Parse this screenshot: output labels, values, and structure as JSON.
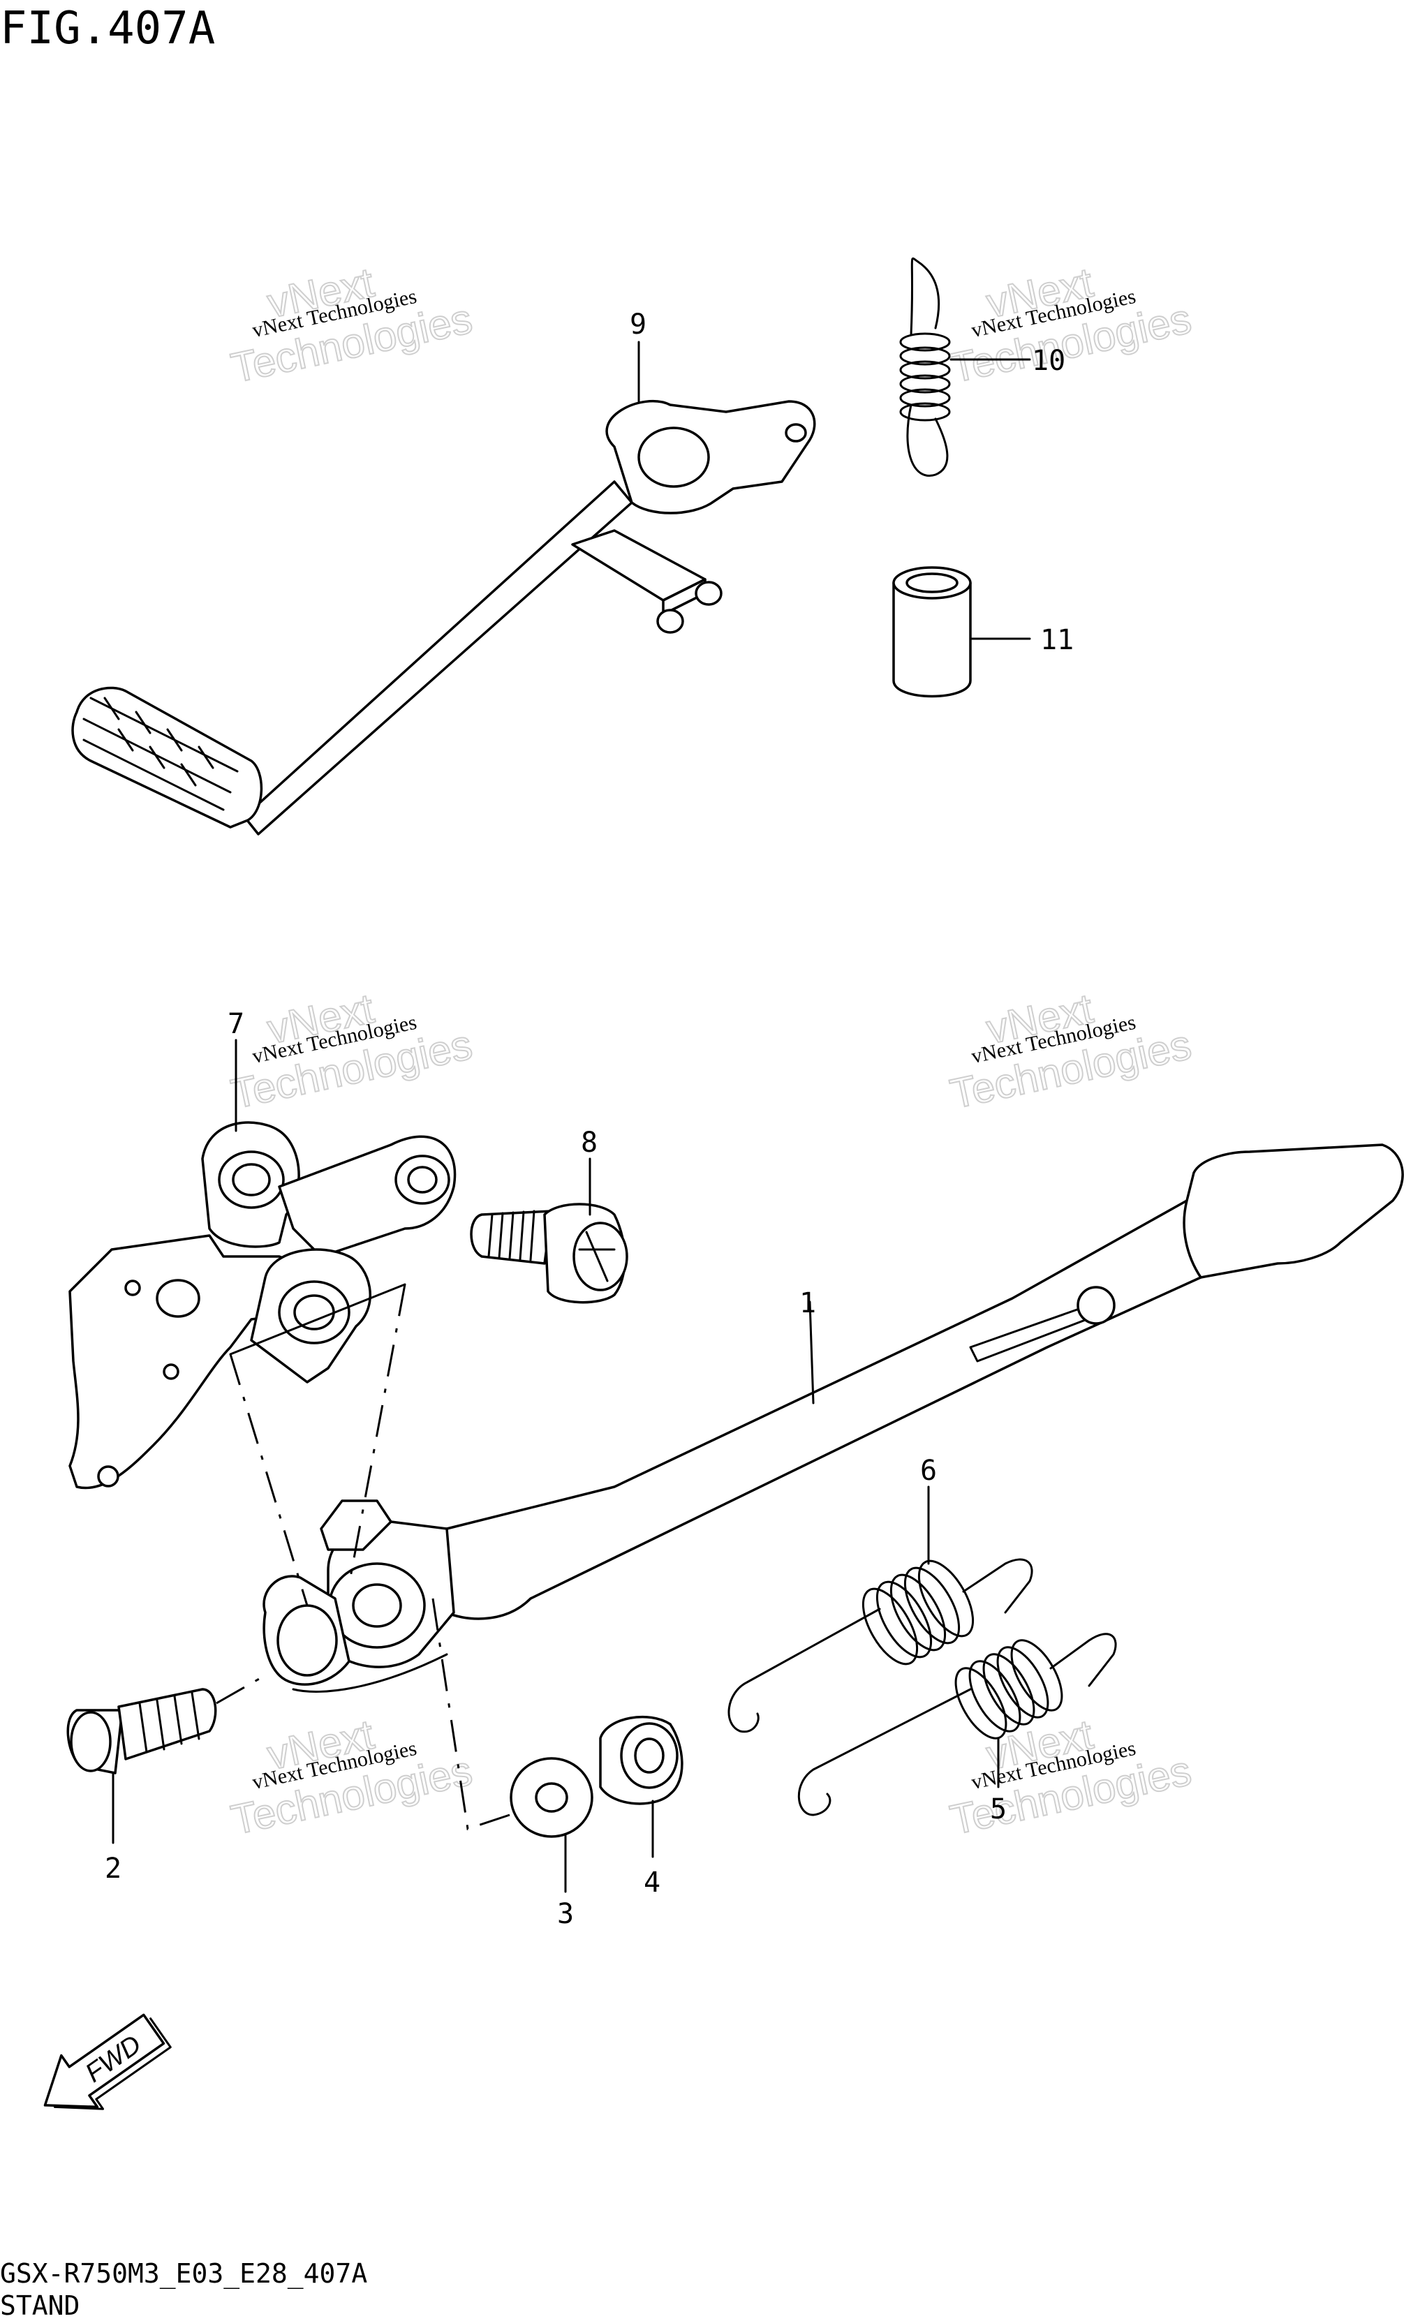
{
  "figure": {
    "title": "FIG.407A",
    "model_code": "GSX-R750M3_E03_E28_407A",
    "section_name": "STAND"
  },
  "watermark": {
    "line1": "vNext",
    "line2": "vNext Technologies",
    "line3": "Technologies"
  },
  "callouts": [
    {
      "id": "1",
      "label": "1"
    },
    {
      "id": "2",
      "label": "2"
    },
    {
      "id": "3",
      "label": "3"
    },
    {
      "id": "4",
      "label": "4"
    },
    {
      "id": "5",
      "label": "5"
    },
    {
      "id": "6",
      "label": "6"
    },
    {
      "id": "7",
      "label": "7"
    },
    {
      "id": "8",
      "label": "8"
    },
    {
      "id": "9",
      "label": "9"
    },
    {
      "id": "10",
      "label": "10"
    },
    {
      "id": "11",
      "label": "11"
    }
  ],
  "direction_arrow": {
    "label": "FWD"
  }
}
